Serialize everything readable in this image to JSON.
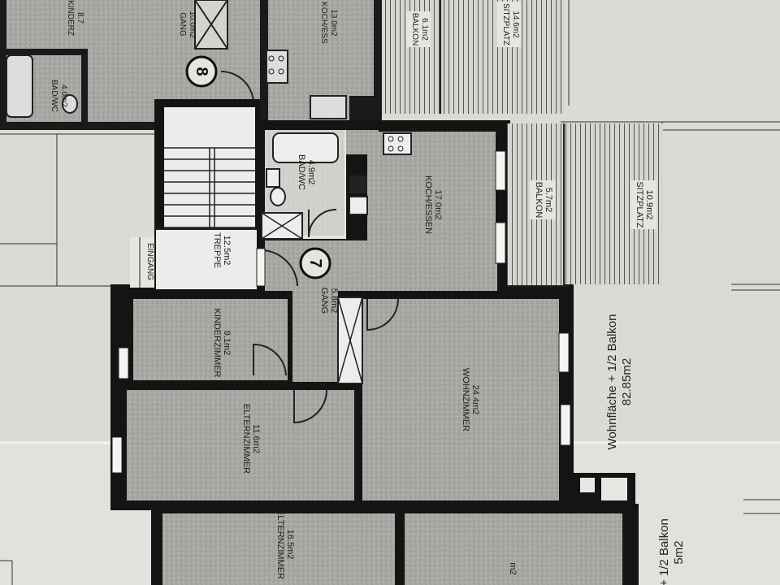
{
  "unit_7": {
    "number": "7",
    "rooms": {
      "kochen": {
        "name": "KOCH/ESSEN",
        "area": "17.0m2"
      },
      "balkon": {
        "name": "BALKON",
        "area": "5.7m2"
      },
      "sitzplatz": {
        "name": "SITZPLATZ",
        "area": "10.9m2"
      },
      "bad": {
        "name": "BAD/WC",
        "area": "4.9m2"
      },
      "treppe": {
        "name": "TREPPE",
        "area": "12.5m2"
      },
      "gang": {
        "name": "GANG",
        "area": "5.8m2"
      },
      "kinder": {
        "name": "KINDERZIMMER",
        "area": "9.1m2"
      },
      "eltern": {
        "name": "ELTERNZIMMER",
        "area": "11.6m2"
      },
      "wohn": {
        "name": "WOHNZIMMER",
        "area": "24.4m2"
      }
    },
    "eingang": "EINGANG",
    "total_label": "Wohnfläche + 1/2 Balkon",
    "total_area": "82.85m2"
  },
  "unit_8": {
    "number": "8",
    "rooms": {
      "kinder": {
        "name": "KINDERZ",
        "area": "8.7"
      },
      "gang": {
        "name": "GANG",
        "area": "10.0m2"
      },
      "kochen": {
        "name": "KOCH/ESS",
        "area": "13.0m2"
      },
      "balkon": {
        "name": "BALKON",
        "area": "6.1m2"
      },
      "sitzplatz": {
        "name": "SITZPLATZ",
        "area": "14.6m2"
      },
      "bad": {
        "name": "BAD/WC",
        "area": "4.0m2"
      }
    }
  },
  "unit_below": {
    "rooms": {
      "eltern": {
        "name": "ELTERNZIMMER",
        "area": "16.5m2"
      },
      "wohn_area": "m2"
    },
    "total_label": "+ 1/2 Balkon",
    "total_area": "5m2"
  }
}
